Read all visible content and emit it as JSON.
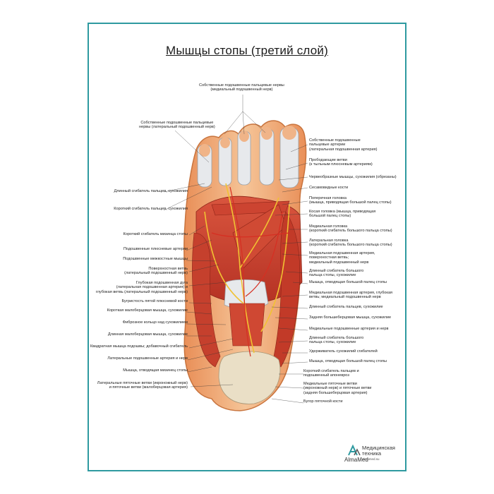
{
  "title": "Мышцы стопы (третий слой)",
  "labels": {
    "top_center": [
      "Собственные подошвенные пальцевые нервы",
      "(медиальный подошвенный нерв)"
    ],
    "top_left": [
      "Собственные подошвенные пальцевые",
      "нервы (латеральный подошвенный нерв)"
    ],
    "left": [
      [
        "Длинный сгибатель пальцев, сухожилия"
      ],
      [
        "Короткий сгибатель пальцев, сухожилия"
      ],
      [
        "Короткий сгибатель мизинца стопы"
      ],
      [
        "Подошвенные плюсневые артерии"
      ],
      [
        "Подошвенные межкостные мышцы"
      ],
      [
        "Поверхностная ветвь",
        "(латеральный подошвенный нерв)"
      ],
      [
        "Глубокая подошвенная дуга",
        "(латеральная подошвенная артерия) и",
        "глубокая ветвь (латеральный подошвенный нерв)"
      ],
      [
        "Бугристость пятой плюсневой кости"
      ],
      [
        "Короткая малоберцовая мышца, сухожилие"
      ],
      [
        "Фиброзное кольцо над сухожилием"
      ],
      [
        "Длинная малоберцовая мышца, сухожилие"
      ],
      [
        "Квадратная мышца подошвы; добавочный сгибатель"
      ],
      [
        "Латеральные подошвенные артерия и нерв"
      ],
      [
        "Мышца, отводящая мизинец стопы"
      ],
      [
        "Латеральные пяточные ветви (икроножный нерв)",
        "и пяточные ветви (малоберцовая артерия)"
      ]
    ],
    "right": [
      [
        "Собственные подошвенные",
        "пальцевые артерии",
        "(латеральная подошвенная артерия)"
      ],
      [
        "Прободающие ветви",
        "(к тыльным плюсневым артериям)"
      ],
      [
        "Червеобразные мышцы, сухожилия (обрезаны)"
      ],
      [
        "Сесамовидные кости"
      ],
      [
        "Поперечная головка",
        "(мышца, приводящая большой палец стопы)"
      ],
      [
        "Косая головка (мышца, приводящая",
        "большой палец стопы)"
      ],
      [
        "Медиальная головка",
        "(короткий сгибатель большого пальца стопы)"
      ],
      [
        "Латеральная головка",
        "(короткий сгибатель большого пальца стопы)"
      ],
      [
        "Медиальная подошвенная артерия,",
        "поверхностная ветвь;",
        "медиальный подошвенный нерв"
      ],
      [
        "Длинный сгибатель большого",
        "пальца стопы, сухожилие"
      ],
      [
        "Мышца, отводящая большой палец стопы"
      ],
      [
        "Медиальная подошвенная артерия, глубокая",
        "ветвь; медиальный подошвенный нерв"
      ],
      [
        "Длинный сгибатель пальцев, сухожилие"
      ],
      [
        "Задняя большеберцовая мышца, сухожилие"
      ],
      [
        "Медиальные подошвенные артерия и нерв"
      ],
      [
        "Длинный сгибатель большого",
        "пальца стопы, сухожилие"
      ],
      [
        "Удерживатель сухожилий сгибателей"
      ],
      [
        "Мышца, отводящая большой палец стопы"
      ],
      [
        "Короткий сгибатель пальцев и",
        "подошвенный апоневроз"
      ],
      [
        "Медиальные пяточные ветви",
        "(икроножный нерв) и пяточные ветви",
        "(задняя большеберцовая артерия)"
      ],
      [
        "Бугор пяточной кости"
      ]
    ]
  },
  "logo": {
    "brand": "AlmaMed",
    "line1": "Медицинская",
    "line2": "техника",
    "url": "almamed.su"
  },
  "colors": {
    "frame": "#2e9aa0",
    "muscle": "#c9412f",
    "skin": "#f2b07e",
    "bone": "#e8dcc4",
    "tendon": "#e9ecef",
    "nerve": "#f1c232"
  }
}
